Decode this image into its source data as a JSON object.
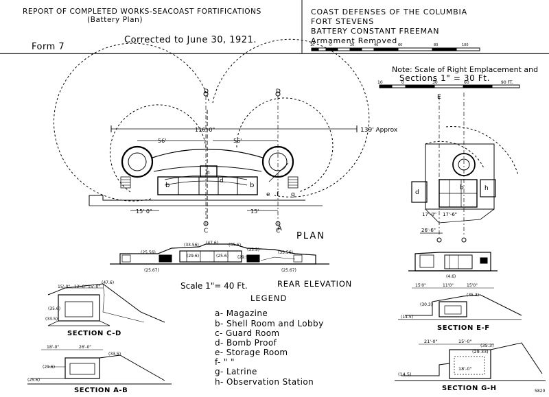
{
  "header": {
    "left_line1": "REPORT OF COMPLETED WORKS-SEACOAST FORTIFICATIONS",
    "left_line2": "(Battery Plan)",
    "corrected": "Corrected to June 30, 1921.",
    "form": "Form 7",
    "right_line1": "COAST DEFENSES OF THE COLUMBIA",
    "right_line2": "FORT STEVENS",
    "right_line3": "BATTERY CONSTANT     FREEMAN",
    "right_line4": "Armament Removed"
  },
  "top_scale": {
    "ticks": [
      "10",
      "0",
      "20",
      "40",
      "60",
      "80",
      "100"
    ]
  },
  "note": {
    "line1": "Note: Scale of Right Emplacement and",
    "line2": "Sections  1\" =  30 Ft.",
    "ticks": [
      "10",
      "0",
      "30",
      "60",
      "90 FT."
    ]
  },
  "plan": {
    "title": "PLAN",
    "dim_center": "116'-0\"",
    "dim_left": "56'",
    "dim_right": "56'",
    "dim_approx": "139' Approx",
    "dim_bottom_left": "15' 0\"",
    "dim_bottom_right": "15'",
    "section_markers": [
      "D",
      "D",
      "C",
      "C"
    ],
    "room_labels": [
      "b",
      "b",
      "h",
      "d",
      "e",
      "f",
      "g"
    ],
    "arrow_label": "A"
  },
  "rear_elevation": {
    "title": "REAR ELEVATION",
    "scale": "Scale 1\"= 40 Ft.",
    "elevations": [
      "(25.56)",
      "(33.56)",
      "(47.6)",
      "(35.6)",
      "(33.5)",
      "(33.56)",
      "(29.6)",
      "(25.6)",
      "(29.9)",
      "(25.67)",
      "(25.67)"
    ]
  },
  "legend": {
    "title": "LEGEND",
    "items": [
      "a- Magazine",
      "b- Shell Room and Lobby",
      "c- Guard Room",
      "d- Bomb Proof",
      "e- Storage Room",
      "f-       \"      \"",
      "g- Latrine",
      "h- Observation Station"
    ]
  },
  "sections": {
    "cd": {
      "label": "SECTION C-D",
      "dims": [
        "15'-0\"",
        "12'-0\"",
        "15'-0\""
      ],
      "elev": [
        "(47.6)",
        "(35.6)",
        "(33.5)"
      ]
    },
    "ab": {
      "label": "SECTION A-B",
      "dims": [
        "18'-0\"",
        "26'-0\""
      ],
      "elev": [
        "(33.5)",
        "(29.6)",
        "(25.6)"
      ]
    },
    "ef": {
      "label": "SECTION E-F",
      "dims": [
        "15'0\"",
        "11'0\"",
        "15'0\""
      ],
      "elev": [
        "(35.3)",
        "(30.3)",
        "(14.5)"
      ]
    },
    "gh": {
      "label": "SECTION G-H",
      "dims": [
        "21'-0\"",
        "15'-0\"",
        "18'-0\""
      ],
      "elev": [
        "(35.3)",
        "(29.33)",
        "(14.5)"
      ]
    }
  },
  "right_plan": {
    "marker_top": "E",
    "dims": [
      "26'-6\"",
      "17'-0\"",
      "17'-6\""
    ],
    "elev": [
      "(4.6)"
    ],
    "room_labels": [
      "d",
      "h",
      "b"
    ]
  },
  "corner_mark": "5820"
}
